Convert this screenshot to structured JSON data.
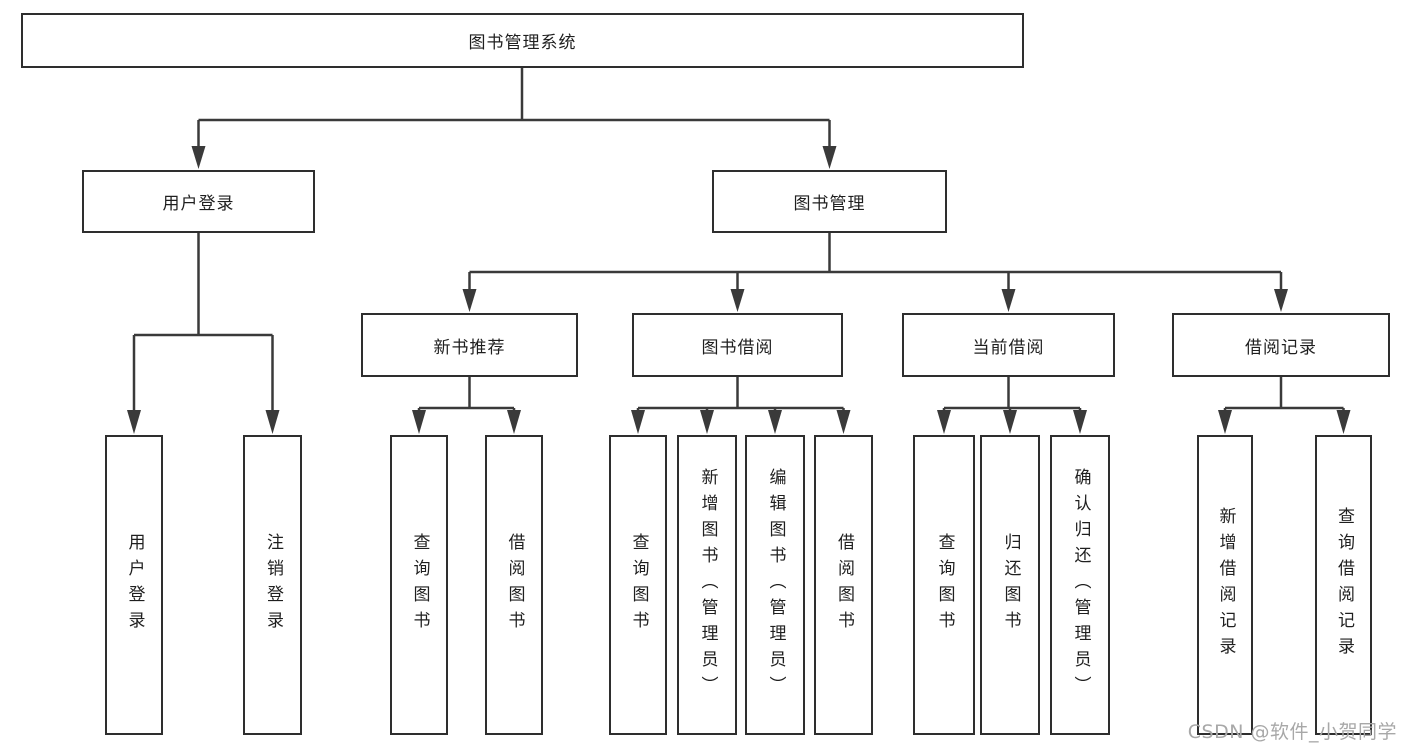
{
  "diagram": {
    "root": {
      "label": "图书管理系统"
    },
    "children": [
      {
        "label": "用户登录",
        "children": [
          {
            "label": "用户登录"
          },
          {
            "label": "注销登录"
          }
        ]
      },
      {
        "label": "图书管理",
        "children": [
          {
            "label": "新书推荐",
            "children": [
              {
                "label": "查询图书"
              },
              {
                "label": "借阅图书"
              }
            ]
          },
          {
            "label": "图书借阅",
            "children": [
              {
                "label": "查询图书"
              },
              {
                "label": "新增图书（管理员）"
              },
              {
                "label": "编辑图书（管理员）"
              },
              {
                "label": "借阅图书"
              }
            ]
          },
          {
            "label": "当前借阅",
            "children": [
              {
                "label": "查询图书"
              },
              {
                "label": "归还图书"
              },
              {
                "label": "确认归还（管理员）"
              }
            ]
          },
          {
            "label": "借阅记录",
            "children": [
              {
                "label": "新增借阅记录"
              },
              {
                "label": "查询借阅记录"
              }
            ]
          }
        ]
      }
    ]
  },
  "watermark": {
    "text": "CSDN @软件_小贺同学",
    "color": "#a8a8a8"
  },
  "colors": {
    "line": "#3a3a3a",
    "border": "#2e2e2e",
    "text": "#1f1f1f",
    "background": "#ffffff"
  }
}
